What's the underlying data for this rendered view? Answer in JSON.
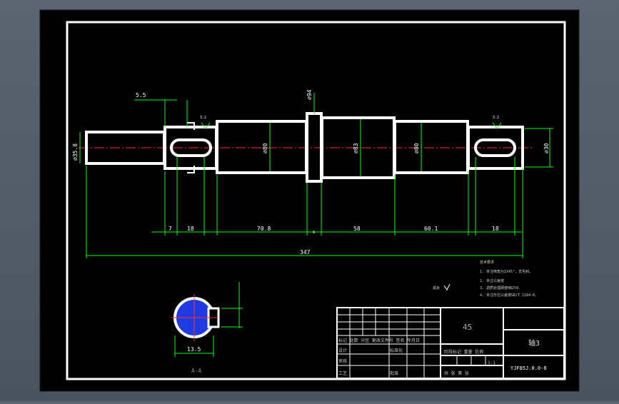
{
  "drawing": {
    "title": "轴3",
    "material": "45",
    "drawing_number": "YJF85J.0.0-8",
    "scale": "1:1",
    "sheet": "共 张 第 张",
    "section_label": "A-A",
    "surface_finish_mark": "其余",
    "tech_requirements": [
      "技术要求",
      "1. 未注倒角为1X45°，去毛刺。",
      "2. 未注公差按",
      "3. 调质处理硬度HB250.",
      "4. 未注形位公差按GB/T 1184-K。"
    ],
    "title_block_header": "标记 处数 分区 更改文件号 签名 年月日",
    "title_block_labels": {
      "design": "设计",
      "standard": "标准化",
      "audit": "审核",
      "process": "工艺",
      "approve": "批准",
      "stage_labels": "阶段标记 重量 比例"
    },
    "dimensions": {
      "d1": "5.5",
      "d2": "7",
      "d3": "18",
      "d4": "70.8",
      "d5": "8",
      "d6": "58",
      "d7": "60.1",
      "d8": "18",
      "overall": "347",
      "dia_left": "⌀35.8",
      "dia_mid1": "⌀80",
      "dia_mid2": "⌀83",
      "dia_mid3": "⌀80",
      "dia_right": "⌀30",
      "dia_collar": "⌀94",
      "section_width": "13.5",
      "roughness1": "3.2",
      "roughness2": "3.2"
    }
  },
  "colors": {
    "background": "#000000",
    "frame": "#ffffff",
    "dimension": "#00ff00",
    "centerline": "#ff3030",
    "hatch": "#2040ff"
  }
}
